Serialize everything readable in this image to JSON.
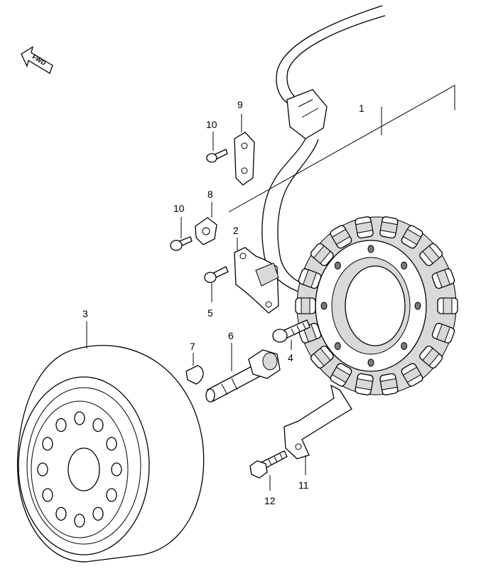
{
  "fwd_label": "FWD",
  "callouts": {
    "p1": "1",
    "p2": "2",
    "p3": "3",
    "p4": "4",
    "p5": "5",
    "p6": "6",
    "p7": "7",
    "p8": "8",
    "p9": "9",
    "p10a": "10",
    "p10b": "10",
    "p11": "11",
    "p12": "12"
  }
}
